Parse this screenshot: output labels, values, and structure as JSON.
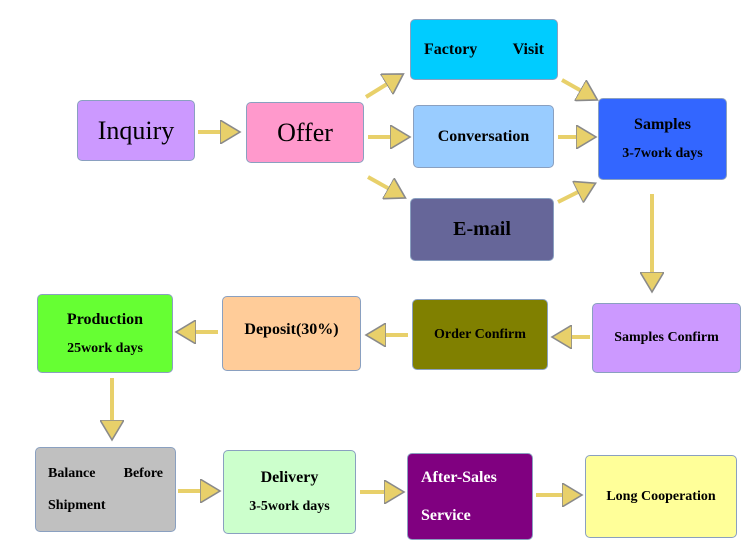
{
  "nodes": {
    "inquiry": "Inquiry",
    "offer": "Offer",
    "factory_visit_a": "Factory",
    "factory_visit_b": "Visit",
    "conversation": "Conversation",
    "email": "E-mail",
    "samples": "Samples",
    "samples_days": "3-7work days",
    "samples_confirm": "Samples Confirm",
    "order_confirm": "Order Confirm",
    "deposit": "Deposit(30%)",
    "production": "Production",
    "production_days": "25work days",
    "balance_a": "Balance",
    "balance_b": "Before",
    "balance_c": "Shipment",
    "delivery": "Delivery",
    "delivery_days": "3-5work days",
    "after_sales_a": "After-Sales",
    "after_sales_b": "Service",
    "long_coop": "Long Cooperation"
  },
  "colors": {
    "inquiry": "#cc99ff",
    "offer": "#ff99cc",
    "factory_visit": "#00ccff",
    "conversation": "#99ccff",
    "email": "#666699",
    "samples": "#3366ff",
    "samples_confirm": "#cc99ff",
    "order_confirm": "#808000",
    "deposit": "#ffcc99",
    "production": "#66ff33",
    "balance": "#c0c0c0",
    "delivery": "#ccffcc",
    "after_sales": "#800080",
    "long_coop": "#ffff99",
    "arrow": "#e8d06a"
  }
}
